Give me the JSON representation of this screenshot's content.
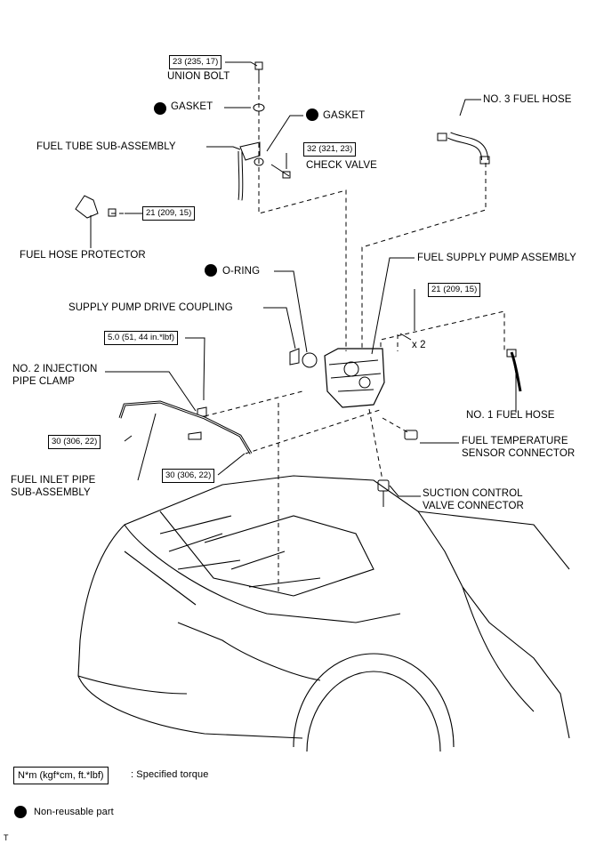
{
  "labels": {
    "union_bolt": "UNION BOLT",
    "gasket_top": "GASKET",
    "gasket_right": "GASKET",
    "fuel_tube": "FUEL TUBE SUB-ASSEMBLY",
    "check_valve": "CHECK VALVE",
    "no3_fuel_hose": "NO. 3 FUEL HOSE",
    "fuel_hose_protector": "FUEL HOSE PROTECTOR",
    "o_ring": "O-RING",
    "fuel_supply_pump": "FUEL SUPPLY PUMP ASSEMBLY",
    "supply_pump_drive_coupling": "SUPPLY PUMP DRIVE COUPLING",
    "no2_injection_clamp_1": "NO. 2 INJECTION",
    "no2_injection_clamp_2": "PIPE CLAMP",
    "x2": "x 2",
    "no1_fuel_hose": "NO. 1 FUEL HOSE",
    "fuel_temp_sensor_1": "FUEL TEMPERATURE",
    "fuel_temp_sensor_2": "SENSOR CONNECTOR",
    "fuel_inlet_pipe_1": "FUEL INLET PIPE",
    "fuel_inlet_pipe_2": "SUB-ASSEMBLY",
    "suction_control_1": "SUCTION CONTROL",
    "suction_control_2": "VALVE CONNECTOR"
  },
  "torques": {
    "union_bolt": "23 (235, 17)",
    "check_valve": "32 (321, 23)",
    "hose_protector": "21 (209, 15)",
    "pump_bolts": "21 (209, 15)",
    "clamp": "5.0 (51, 44 in.*lbf)",
    "inlet_left": "30 (306, 22)",
    "inlet_right": "30 (306, 22)"
  },
  "legend": {
    "torque_unit": "N*m (kgf*cm, ft.*lbf)",
    "torque_desc": ": Specified torque",
    "nonreusable_desc": "Non-reusable part"
  },
  "corner_mark": "T"
}
